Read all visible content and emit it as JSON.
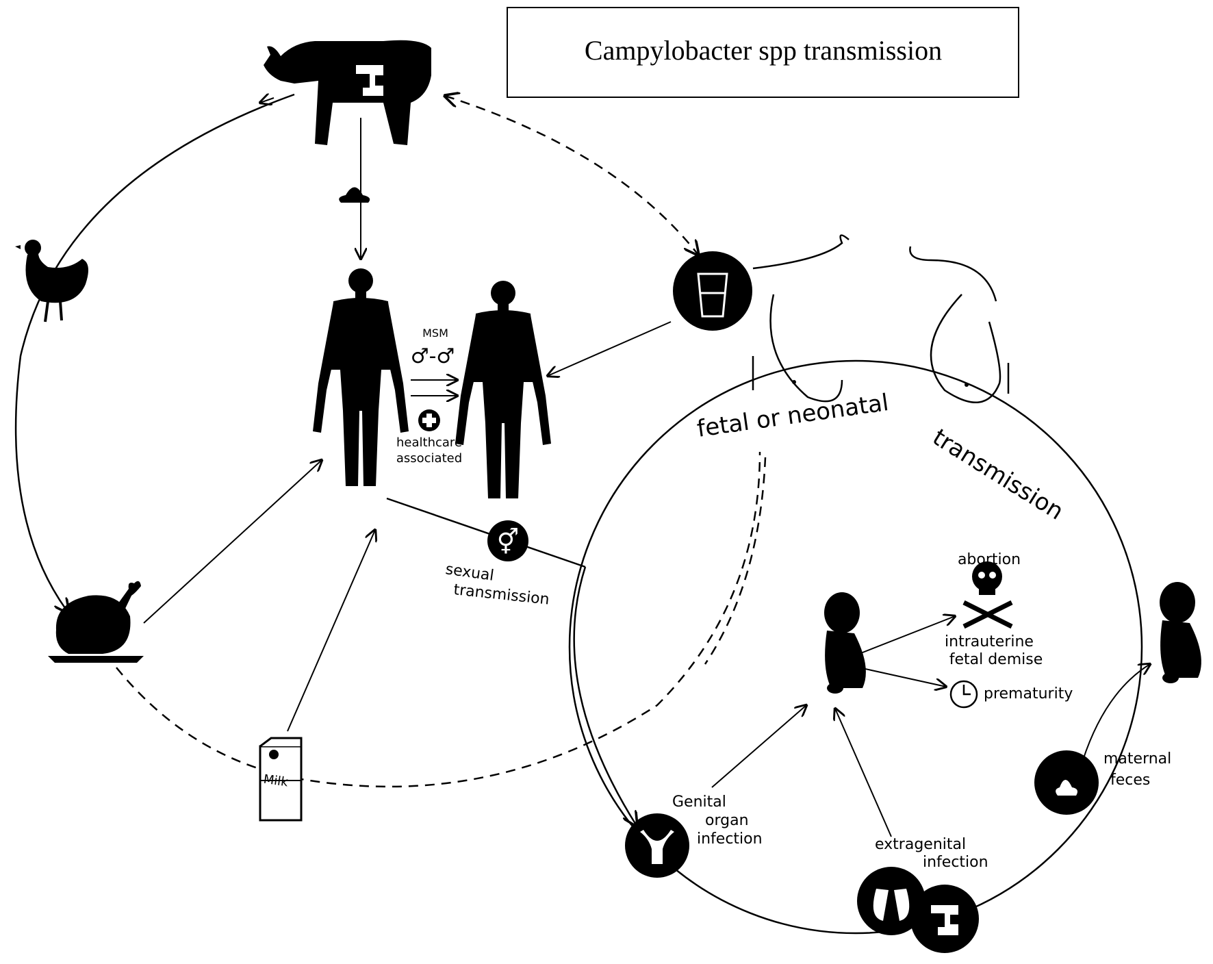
{
  "title": "Campylobacter spp transmission",
  "labels": {
    "msm": "MSM",
    "msm_symbol": "♂-♂",
    "healthcare_line1": "healthcare",
    "healthcare_line2": "associated",
    "sexual_line1": "sexual",
    "sexual_line2": "transmission",
    "fetal_arc": "fetal or neonatal",
    "transmission_arc": "transmission",
    "abortion": "abortion",
    "demise_line1": "intrauterine",
    "demise_line2": "fetal demise",
    "prematurity": "prematurity",
    "genital_line1": "Genital",
    "genital_line2": "organ",
    "genital_line3": "infection",
    "extragenital_line1": "extragenital",
    "extragenital_line2": "infection",
    "maternal_line1": "maternal",
    "maternal_line2": "feces",
    "milk": "Milk"
  },
  "icons": {
    "cow": "cow-icon",
    "hen": "hen-icon",
    "roast_chicken": "roast-chicken-icon",
    "milk_carton": "milk-carton-icon",
    "human_left": "human-figure-icon",
    "human_right": "human-figure-icon",
    "water_glass": "water-glass-icon",
    "breasts": "pregnant-woman-outline-icon",
    "fetus": "fetus-icon",
    "newborn": "newborn-icon",
    "skull": "skull-crossbones-icon",
    "clock": "clock-icon",
    "uterus": "uterus-icon",
    "lungs": "lungs-icon",
    "intestine": "intestine-icon",
    "feces": "feces-icon",
    "gender": "gender-symbol-icon",
    "health_cross": "health-cross-icon"
  }
}
